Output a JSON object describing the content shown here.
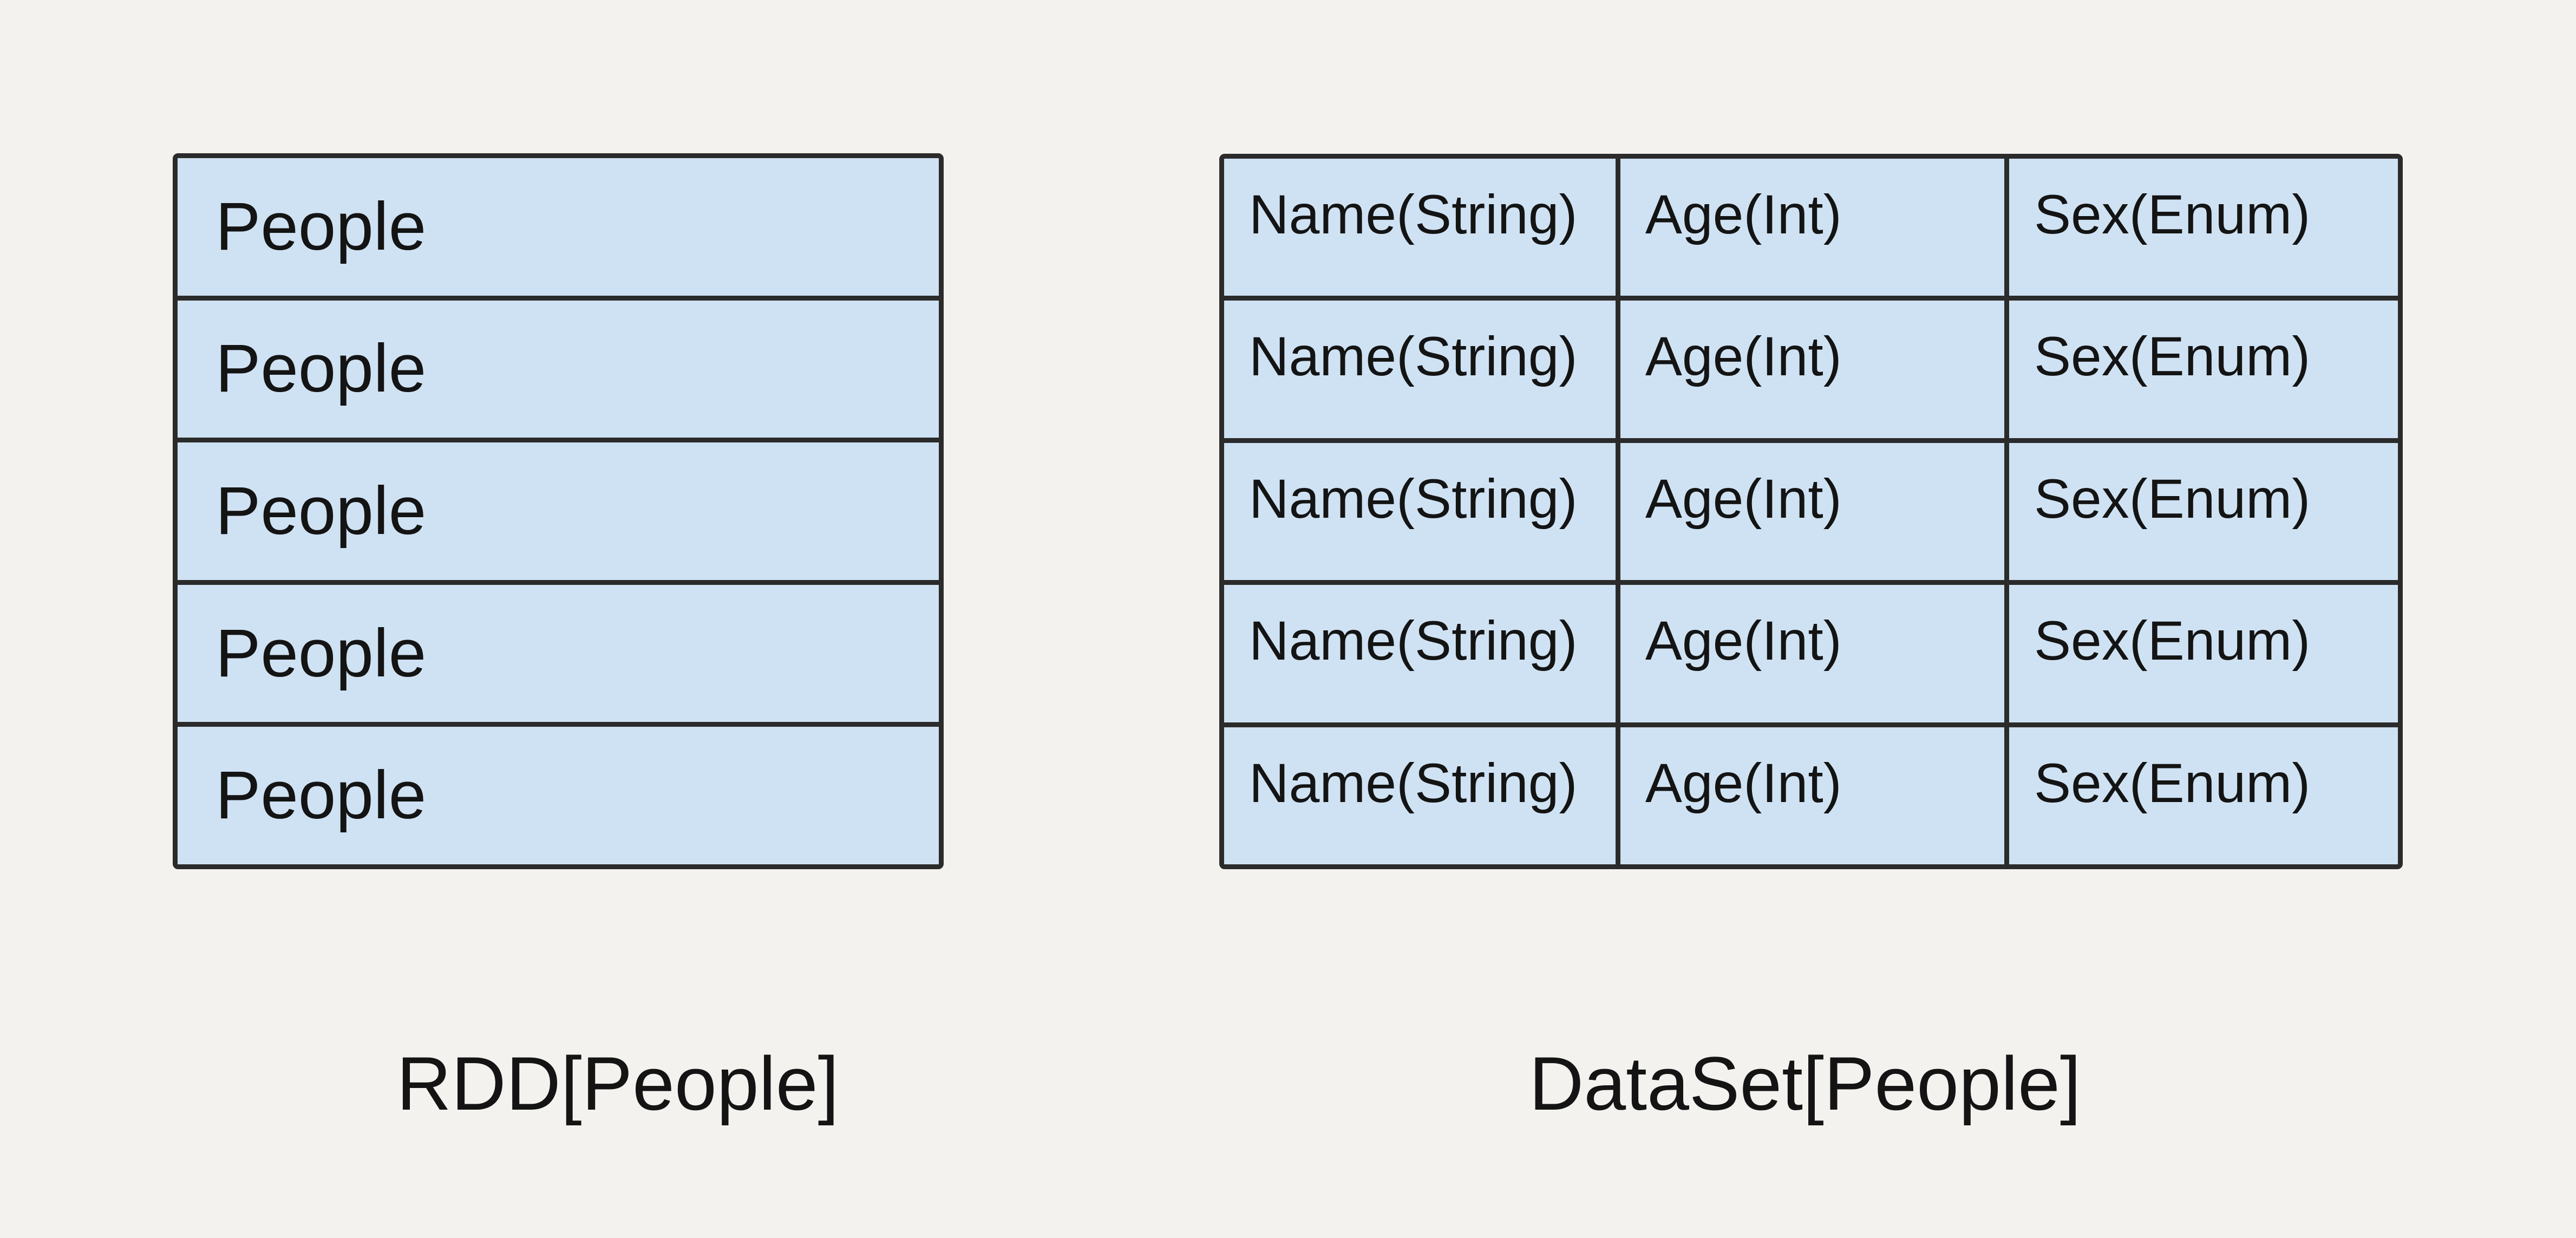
{
  "colors": {
    "background": "#f4f2ee",
    "cell_fill": "#cfe2f3",
    "stroke": "#2b2b2b",
    "text": "#141414"
  },
  "rdd": {
    "caption": "RDD[People]",
    "rows": [
      "People",
      "People",
      "People",
      "People",
      "People"
    ]
  },
  "dataset": {
    "caption": "DataSet[People]",
    "rows": [
      [
        "Name(String)",
        "Age(Int)",
        "Sex(Enum)"
      ],
      [
        "Name(String)",
        "Age(Int)",
        "Sex(Enum)"
      ],
      [
        "Name(String)",
        "Age(Int)",
        "Sex(Enum)"
      ],
      [
        "Name(String)",
        "Age(Int)",
        "Sex(Enum)"
      ],
      [
        "Name(String)",
        "Age(Int)",
        "Sex(Enum)"
      ]
    ]
  }
}
